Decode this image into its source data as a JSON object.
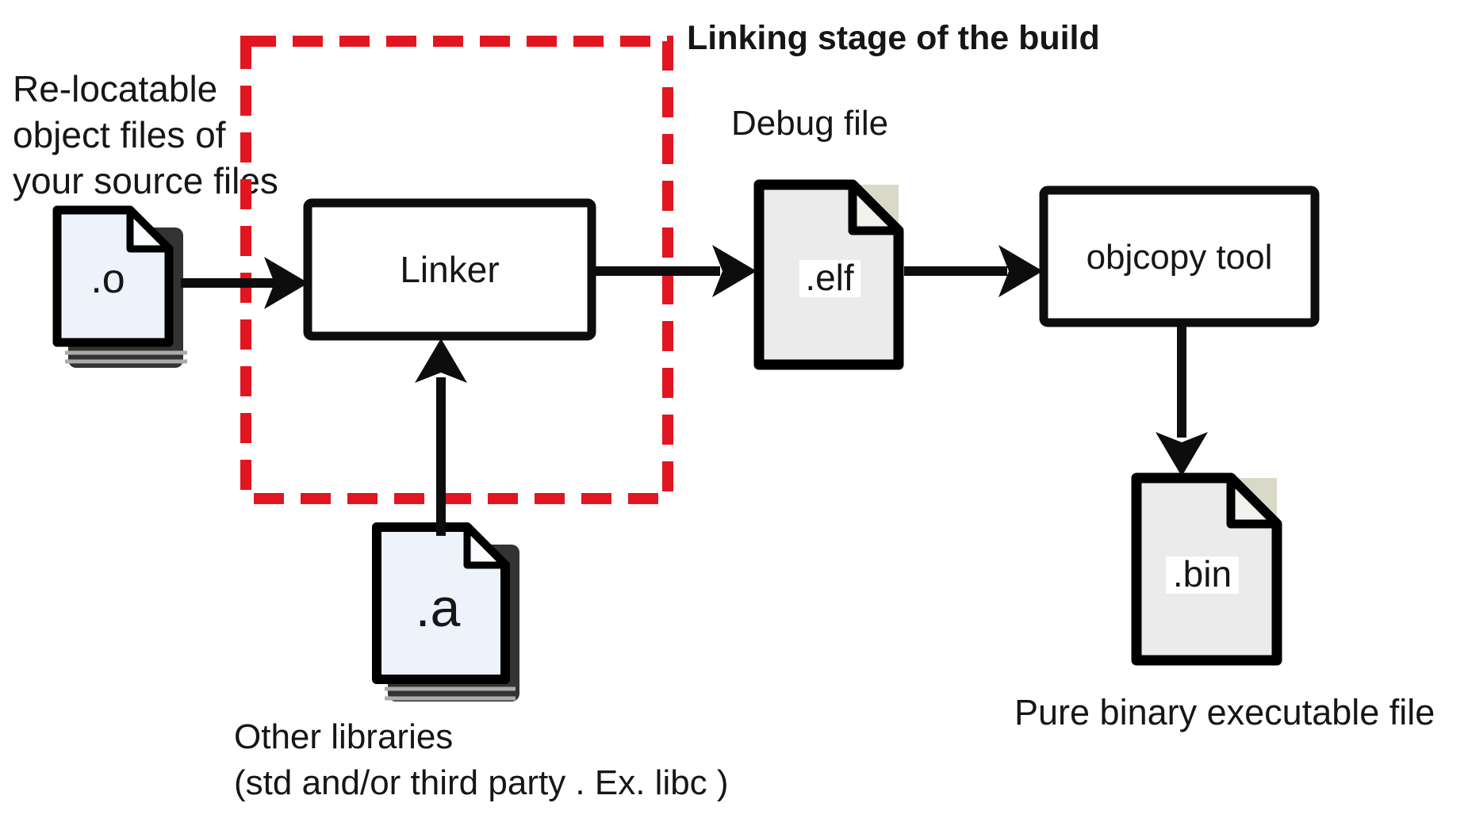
{
  "annotations": {
    "title": "Linking stage of the build",
    "relocatable": {
      "lines": [
        "Re-locatable",
        "object files of",
        "your source files"
      ]
    },
    "debug_file": "Debug file",
    "other_libraries": {
      "lines": [
        "Other libraries",
        "(std and/or third party . Ex. libc )"
      ]
    },
    "pure_binary": "Pure binary executable file"
  },
  "nodes": {
    "object_file": {
      "label": ".o"
    },
    "library_file": {
      "label": ".a"
    },
    "elf_file": {
      "label": ".elf"
    },
    "bin_file": {
      "label": ".bin"
    },
    "linker": {
      "label": "Linker"
    },
    "objcopy": {
      "label": "objcopy tool"
    }
  },
  "colors": {
    "dashed_box_red": "#e11620",
    "title_red": "#e8151c",
    "arrow_black": "#0d0d0d",
    "file_label_ink": "#1c2f52",
    "page_fill_stacked": "#edf2fb",
    "page_fill_single": "#ebebeb",
    "fold_corner_beige": "#d9d9c7",
    "stack_shadow": "#333333"
  }
}
